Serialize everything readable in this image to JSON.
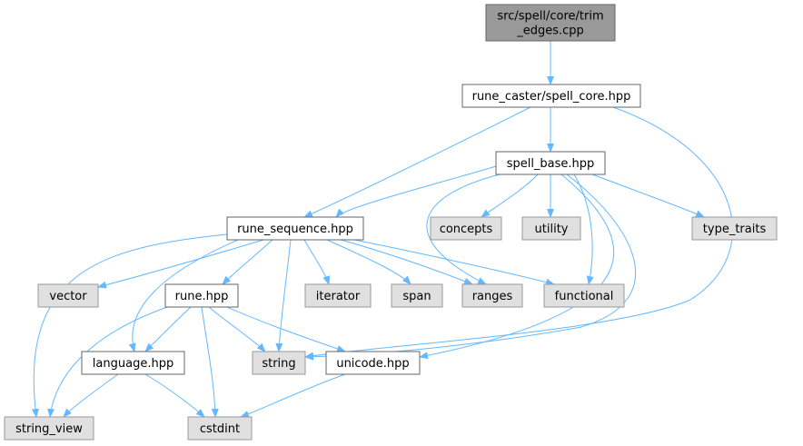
{
  "colors": {
    "root_fill": "#999999",
    "local_fill": "#ffffff",
    "system_fill": "#e0e0e0",
    "local_border": "#666666",
    "system_border": "#999999",
    "root_border": "#666666",
    "edge": "#63b8ff"
  },
  "nodes": [
    {
      "id": "trim_edges",
      "label_lines": [
        "src/spell/core/trim",
        "_edges.cpp"
      ],
      "kind": "root"
    },
    {
      "id": "spell_core",
      "label_lines": [
        "rune_caster/spell_core.hpp"
      ],
      "kind": "local"
    },
    {
      "id": "spell_base",
      "label_lines": [
        "spell_base.hpp"
      ],
      "kind": "local"
    },
    {
      "id": "rune_sequence",
      "label_lines": [
        "rune_sequence.hpp"
      ],
      "kind": "local"
    },
    {
      "id": "concepts",
      "label_lines": [
        "concepts"
      ],
      "kind": "system"
    },
    {
      "id": "utility",
      "label_lines": [
        "utility"
      ],
      "kind": "system"
    },
    {
      "id": "type_traits",
      "label_lines": [
        "type_traits"
      ],
      "kind": "system"
    },
    {
      "id": "vector",
      "label_lines": [
        "vector"
      ],
      "kind": "system"
    },
    {
      "id": "rune",
      "label_lines": [
        "rune.hpp"
      ],
      "kind": "local"
    },
    {
      "id": "iterator",
      "label_lines": [
        "iterator"
      ],
      "kind": "system"
    },
    {
      "id": "span",
      "label_lines": [
        "span"
      ],
      "kind": "system"
    },
    {
      "id": "ranges",
      "label_lines": [
        "ranges"
      ],
      "kind": "system"
    },
    {
      "id": "functional",
      "label_lines": [
        "functional"
      ],
      "kind": "system"
    },
    {
      "id": "language",
      "label_lines": [
        "language.hpp"
      ],
      "kind": "local"
    },
    {
      "id": "string",
      "label_lines": [
        "string"
      ],
      "kind": "system"
    },
    {
      "id": "unicode",
      "label_lines": [
        "unicode.hpp"
      ],
      "kind": "local"
    },
    {
      "id": "string_view",
      "label_lines": [
        "string_view"
      ],
      "kind": "system"
    },
    {
      "id": "cstdint",
      "label_lines": [
        "cstdint"
      ],
      "kind": "system"
    }
  ],
  "edges": [
    {
      "from": "trim_edges",
      "to": "spell_core"
    },
    {
      "from": "spell_core",
      "to": "spell_base"
    },
    {
      "from": "spell_core",
      "to": "rune_sequence"
    },
    {
      "from": "spell_core",
      "to": "string"
    },
    {
      "from": "spell_base",
      "to": "rune_sequence"
    },
    {
      "from": "spell_base",
      "to": "concepts"
    },
    {
      "from": "spell_base",
      "to": "utility"
    },
    {
      "from": "spell_base",
      "to": "type_traits"
    },
    {
      "from": "spell_base",
      "to": "ranges"
    },
    {
      "from": "spell_base",
      "to": "functional"
    },
    {
      "from": "spell_base",
      "to": "string"
    },
    {
      "from": "spell_base",
      "to": "unicode"
    },
    {
      "from": "rune_sequence",
      "to": "vector"
    },
    {
      "from": "rune_sequence",
      "to": "rune"
    },
    {
      "from": "rune_sequence",
      "to": "iterator"
    },
    {
      "from": "rune_sequence",
      "to": "span"
    },
    {
      "from": "rune_sequence",
      "to": "ranges"
    },
    {
      "from": "rune_sequence",
      "to": "functional"
    },
    {
      "from": "rune_sequence",
      "to": "language"
    },
    {
      "from": "rune_sequence",
      "to": "string"
    },
    {
      "from": "rune_sequence",
      "to": "string_view"
    },
    {
      "from": "rune",
      "to": "language"
    },
    {
      "from": "rune",
      "to": "string"
    },
    {
      "from": "rune",
      "to": "unicode"
    },
    {
      "from": "rune",
      "to": "cstdint"
    },
    {
      "from": "rune",
      "to": "string_view"
    },
    {
      "from": "language",
      "to": "string_view"
    },
    {
      "from": "language",
      "to": "cstdint"
    },
    {
      "from": "unicode",
      "to": "cstdint"
    }
  ]
}
